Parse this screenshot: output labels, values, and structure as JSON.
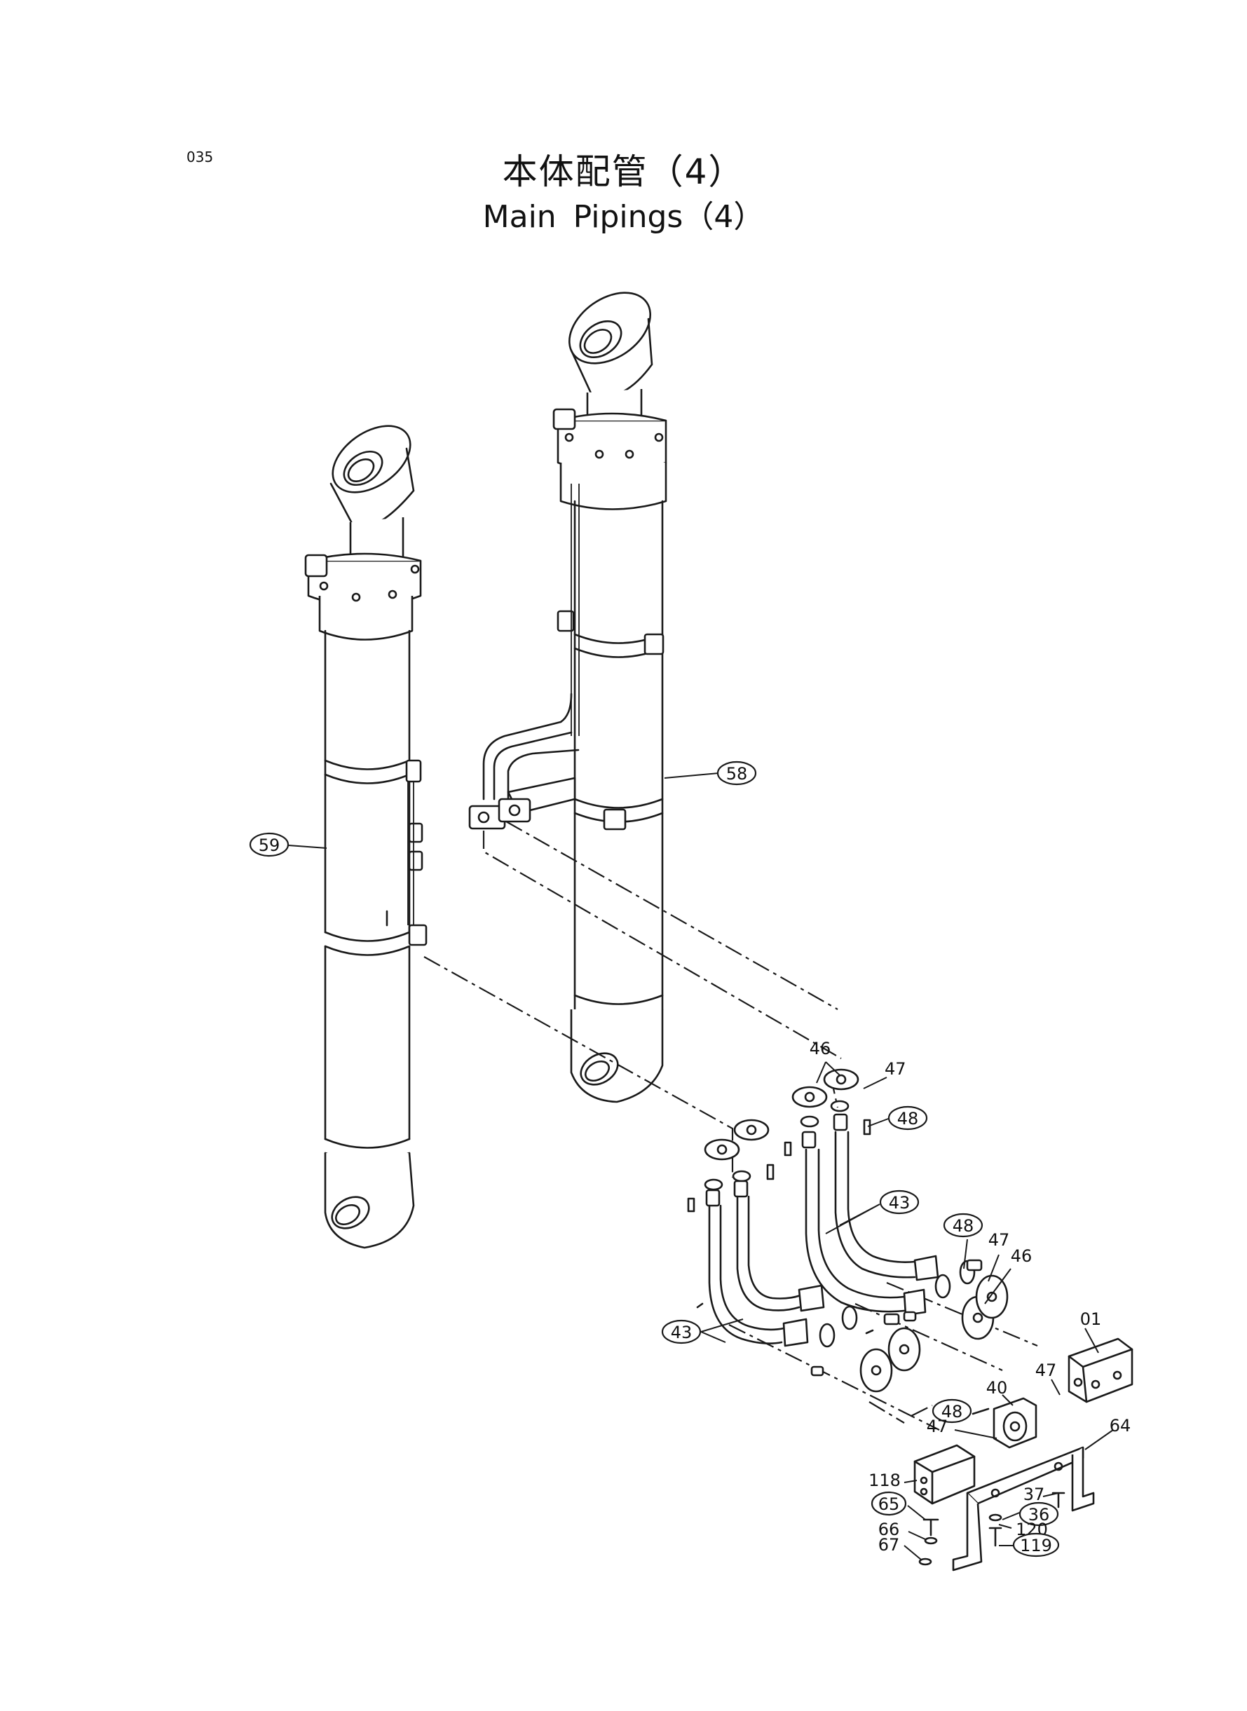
{
  "page_number": "035",
  "title_ja": "本体配管（4）",
  "title_en": "Main  Pipings（4）",
  "callouts": [
    {
      "id": "c58",
      "text": "58",
      "circled": true
    },
    {
      "id": "c59",
      "text": "59",
      "circled": true
    },
    {
      "id": "c46a",
      "text": "46",
      "circled": false
    },
    {
      "id": "c47a",
      "text": "47",
      "circled": false
    },
    {
      "id": "c48a",
      "text": "48",
      "circled": true
    },
    {
      "id": "c43a",
      "text": "43",
      "circled": true
    },
    {
      "id": "c48b",
      "text": "48",
      "circled": true
    },
    {
      "id": "c47b",
      "text": "47",
      "circled": false
    },
    {
      "id": "c46b",
      "text": "46",
      "circled": false
    },
    {
      "id": "c01",
      "text": "01",
      "circled": false
    },
    {
      "id": "c43b",
      "text": "43",
      "circled": true
    },
    {
      "id": "c47c",
      "text": "47",
      "circled": false
    },
    {
      "id": "c40",
      "text": "40",
      "circled": false
    },
    {
      "id": "c48c",
      "text": "48",
      "circled": true
    },
    {
      "id": "c47d",
      "text": "47",
      "circled": false
    },
    {
      "id": "c64",
      "text": "64",
      "circled": false
    },
    {
      "id": "c118",
      "text": "118",
      "circled": false
    },
    {
      "id": "c65",
      "text": "65",
      "circled": true
    },
    {
      "id": "c37",
      "text": "37",
      "circled": false
    },
    {
      "id": "c36",
      "text": "36",
      "circled": true
    },
    {
      "id": "c66",
      "text": "66",
      "circled": false
    },
    {
      "id": "c120",
      "text": "120",
      "circled": false
    },
    {
      "id": "c67",
      "text": "67",
      "circled": false
    },
    {
      "id": "c119",
      "text": "119",
      "circled": true
    }
  ]
}
